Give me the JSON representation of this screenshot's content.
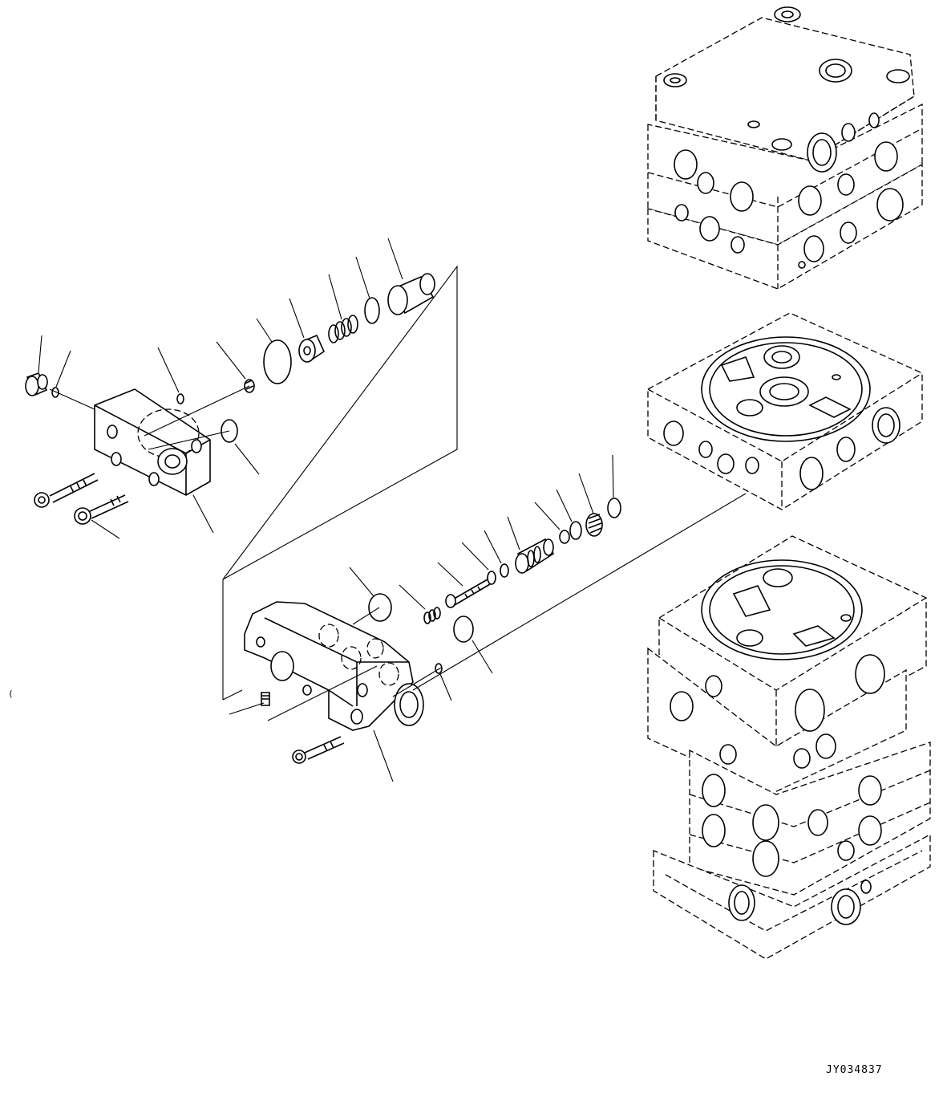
{
  "drawing": {
    "id_code": "JY034837",
    "margin_mark": "("
  },
  "colors": {
    "line": "#000000",
    "background": "#ffffff"
  },
  "parts": [
    "plug",
    "o-ring",
    "o-ring",
    "plug",
    "o-ring",
    "spring-seat",
    "spring",
    "backup-ring",
    "piston",
    "o-ring",
    "cover-block",
    "bolt",
    "bolt",
    "valve-body",
    "plug",
    "spring",
    "poppet",
    "o-ring",
    "o-ring",
    "spool",
    "o-ring",
    "ring",
    "plug",
    "o-ring",
    "o-ring",
    "o-ring",
    "bolt"
  ]
}
